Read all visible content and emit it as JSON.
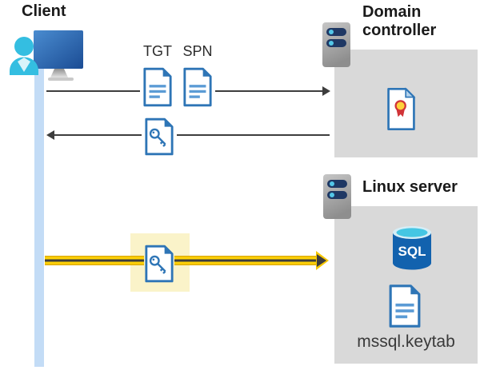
{
  "client": {
    "label": "Client"
  },
  "tickets": {
    "tgt_label": "TGT",
    "spn_label": "SPN"
  },
  "domain_controller": {
    "label": "Domain controller"
  },
  "linux_server": {
    "label": "Linux server",
    "sql_badge": "SQL",
    "keytab_label": "mssql.keytab"
  },
  "colors": {
    "doc_border_blue": "#2E75B6",
    "doc_line_blue": "#5B9BD5",
    "arrow_gray": "#3D3D3D",
    "panel_gray": "#D9D9D9",
    "timeline_blue": "#C3DCF6",
    "highlight_yellow": "#FAF3C9",
    "arrow_yellow": "#FFD207",
    "sql_db_blue": "#1262AE",
    "sql_top_cyan": "#45C6E3",
    "cert_red": "#D13438",
    "cert_gold": "#FFD23B",
    "server_pill_navy": "#1F3864",
    "server_dot_cyan": "#53C7E8",
    "person_cyan": "#34BEE1"
  }
}
